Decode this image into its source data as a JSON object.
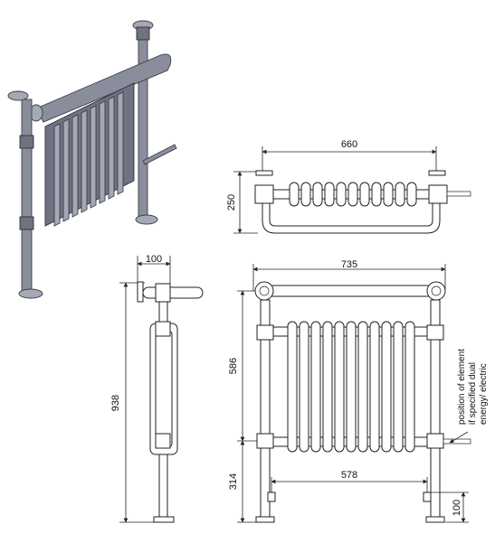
{
  "dimensions": {
    "top_width": "660",
    "top_depth": "250",
    "side_depth": "100",
    "overall_height": "938",
    "front_width": "735",
    "body_height": "586",
    "leg_height": "314",
    "pipe_centres": "578",
    "valve_height": "100"
  },
  "annotation": {
    "line1": "position of element",
    "line2": "if specified dual",
    "line3": "energy/ electric"
  }
}
